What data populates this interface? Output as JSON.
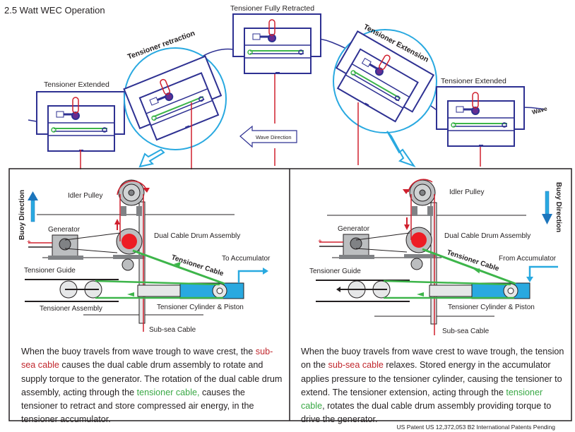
{
  "title": "2.5 Watt WEC Operation",
  "top": {
    "stages": [
      {
        "label": "Tensioner Extended"
      },
      {
        "label": "Tensioner retraction"
      },
      {
        "label": "Tensioner Fully Retracted"
      },
      {
        "label": "Tensioner Extension"
      },
      {
        "label": "Tensioner Extended"
      }
    ],
    "wave_label": "Wave",
    "wave_direction_label": "Wave Direction"
  },
  "left_panel": {
    "buoy_direction": "Buoy Direction",
    "buoy_arrow": "up",
    "labels": {
      "idler_pulley": "Idler Pulley",
      "generator": "Generator",
      "drum": "Dual Cable Drum Assembly",
      "tensioner_cable": "Tensioner Cable",
      "accumulator": "To Accumulator",
      "guide": "Tensioner Guide",
      "assembly": "Tensioner Assembly",
      "cylinder": "Tensioner  Cylinder & Piston",
      "subsea": "Sub-sea Cable"
    },
    "description": {
      "p1": "When the buoy travels from wave trough to wave crest, the",
      "red": "sub-sea cable",
      "p2": " causes the dual cable drum assembly to rotate and supply torque to the generator.  The rotation of the dual cable drum assembly, acting through the ",
      "green": "tensioner cable,",
      "p3": " causes the tensioner to retract and store compressed air energy, in the tensioner accumulator."
    }
  },
  "right_panel": {
    "buoy_direction": "Buoy Direction",
    "buoy_arrow": "down",
    "labels": {
      "idler_pulley": "Idler Pulley",
      "generator": "Generator",
      "drum": "Dual Cable Drum Assembly",
      "tensioner_cable": "Tensioner Cable",
      "accumulator": "From Accumulator",
      "guide": "Tensioner Guide",
      "cylinder": "Tensioner  Cylinder & Piston",
      "subsea": "Sub-sea Cable"
    },
    "description": {
      "p1": "When the buoy travels from wave crest to wave trough, the tension on the ",
      "red": "sub-sea cable",
      "p2": " relaxes. Stored energy in the accumulator applies pressure to the tensioner cylinder, causing the tensioner to extend.  The tensioner extension, acting through the ",
      "green": "tensioner cable",
      "p3": ", rotates the dual cable drum assembly providing torque to drive the generator."
    }
  },
  "footer": "US Patent US 12,372,053 B2  International Patents Pending",
  "colors": {
    "navy": "#2e3192",
    "cable_red": "#d0202e",
    "cable_green": "#3db54a",
    "cyan": "#29a9e0",
    "grey": "#bcbec0"
  }
}
